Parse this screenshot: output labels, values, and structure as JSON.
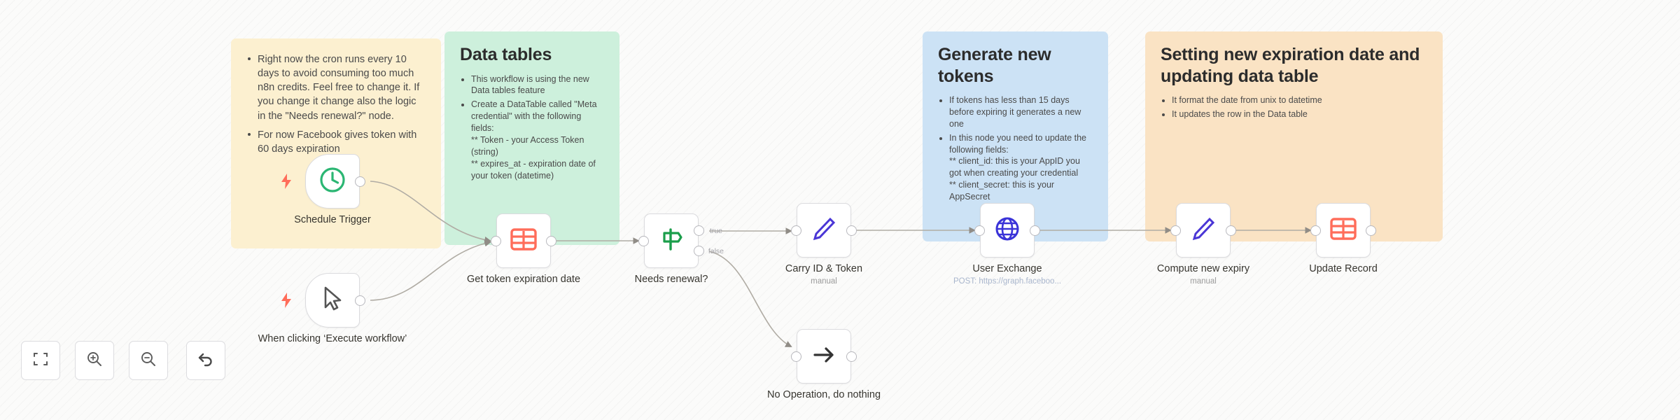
{
  "app": {
    "canvas_name": "n8n-workflow-canvas"
  },
  "notes": [
    {
      "id": "cron",
      "title": "",
      "color": "#fcf0d0",
      "bullets": [
        "Right now the cron runs every 10 days to avoid consuming too much n8n credits. Feel free to change it. If you change it change also the logic in the \"Needs renewal?\" node.",
        "For now Facebook gives token with 60 days expiration"
      ]
    },
    {
      "id": "tables",
      "title": "Data tables",
      "color": "#cdf0dc",
      "bullets": [
        "This workflow is using the new Data tables feature",
        "Create a DataTable called \"Meta credential\" with the following fields:\n** Token - your Access Token (string)\n** expires_at - expiration date of your token (datetime)"
      ]
    },
    {
      "id": "tokens",
      "title": "Generate new tokens",
      "color": "#cce2f5",
      "bullets": [
        "If tokens has less than 15 days before expiring it generates a new one",
        "In this node you need to update the following fields:\n** client_id: this is your AppID you got when creating your credential\n** client_secret: this is your AppSecret"
      ]
    },
    {
      "id": "setting",
      "title": "Setting new expiration date and updating data table",
      "color": "#fae3c4",
      "bullets": [
        "It format the date from unix to datetime",
        "It updates the row in the Data table"
      ]
    }
  ],
  "nodes": {
    "schedule": {
      "label": "Schedule Trigger",
      "sub": "",
      "icon": "clock-icon"
    },
    "manual": {
      "label": "When clicking ‘Execute workflow’",
      "sub": "",
      "icon": "cursor-icon"
    },
    "gettoken": {
      "label": "Get token expiration date",
      "sub": "",
      "icon": "data-table-icon"
    },
    "needs": {
      "label": "Needs renewal?",
      "sub": "",
      "icon": "filter-signpost-icon",
      "output_true": "true",
      "output_false": "false"
    },
    "carry": {
      "label": "Carry ID & Token",
      "sub": "manual",
      "icon": "edit-pencil-icon"
    },
    "noop": {
      "label": "No Operation, do nothing",
      "sub": "",
      "icon": "arrow-right-icon"
    },
    "exchange": {
      "label": "User Exchange",
      "sub": "POST: https://graph.faceboo...",
      "icon": "globe-icon"
    },
    "expiry": {
      "label": "Compute new expiry",
      "sub": "manual",
      "icon": "edit-pencil-icon"
    },
    "update": {
      "label": "Update Record",
      "sub": "",
      "icon": "data-table-icon"
    }
  },
  "toolbar": [
    {
      "name": "fit-to-view-button",
      "icon": "fit-screen-icon"
    },
    {
      "name": "zoom-in-button",
      "icon": "zoom-in-icon"
    },
    {
      "name": "zoom-out-button",
      "icon": "zoom-out-icon"
    },
    {
      "name": "reset-zoom-button",
      "icon": "undo-arrow-icon"
    }
  ],
  "colors": {
    "trigger_bolt": "#ff6d5a",
    "clock_icon": "#2bb673",
    "table_icon": "#ff6d5a",
    "filter_icon": "#1b9e4b",
    "pencil_icon": "#4a36d6",
    "globe_icon": "#3a33d8",
    "wire": "#b0aca4"
  }
}
